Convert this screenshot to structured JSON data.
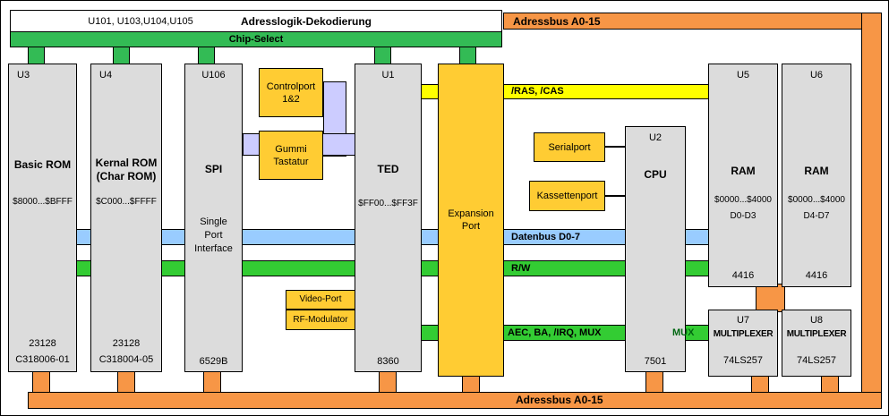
{
  "colors": {
    "orange": "#F79646",
    "green_cs": "#33BB55",
    "green_bus": "#33CC33",
    "yellow": "#FFFF00",
    "blue": "#99CCFF",
    "lavender": "#CCCCFF",
    "gold": "#FFCC33",
    "block_gray": "#DCDCDC",
    "mux_text": "#006611"
  },
  "decoder": {
    "refs": "U101, U103,U104,U105",
    "title": "Adresslogik-Dekodierung"
  },
  "chip_select_label": "Chip-Select",
  "address_bus": {
    "top": "Adressbus A0-15",
    "bottom": "Adressbus A0-15"
  },
  "buses": {
    "ras_cas": "/RAS, /CAS",
    "data": "Datenbus D0-7",
    "rw": "R/W",
    "aec": "AEC, BA, /IRQ, MUX",
    "mux": "MUX"
  },
  "chips": {
    "u3": {
      "ref": "U3",
      "name": "Basic ROM",
      "addr": "$8000...$BFFF",
      "part": "23128",
      "part2": "C318006-01"
    },
    "u4": {
      "ref": "U4",
      "name": "Kernal ROM",
      "name2": "(Char ROM)",
      "addr": "$C000...$FFFF",
      "part": "23128",
      "part2": "C318004-05"
    },
    "u106": {
      "ref": "U106",
      "name": "SPI",
      "desc1": "Single",
      "desc2": "Port",
      "desc3": "Interface",
      "part": "6529B"
    },
    "u1": {
      "ref": "U1",
      "name": "TED",
      "addr": "$FF00...$FF3F",
      "part": "8360"
    },
    "u2": {
      "ref": "U2",
      "name": "CPU",
      "part": "7501"
    },
    "u5": {
      "ref": "U5",
      "name": "RAM",
      "addr": "$0000...$4000",
      "bits": "D0-D3",
      "part": "4416"
    },
    "u6": {
      "ref": "U6",
      "name": "RAM",
      "addr": "$0000...$4000",
      "bits": "D4-D7",
      "part": "4416"
    },
    "u7": {
      "ref": "U7",
      "name": "MULTIPLEXER",
      "part": "74LS257"
    },
    "u8": {
      "ref": "U8",
      "name": "MULTIPLEXER",
      "part": "74LS257"
    }
  },
  "ports": {
    "controlport1": "Controlport",
    "controlport2": "1&2",
    "keyboard1": "Gummi",
    "keyboard2": "Tastatur",
    "serial": "Serialport",
    "cassette": "Kassettenport",
    "video": "Video-Port",
    "rf": "RF-Modulator",
    "expansion1": "Expansion",
    "expansion2": "Port"
  }
}
